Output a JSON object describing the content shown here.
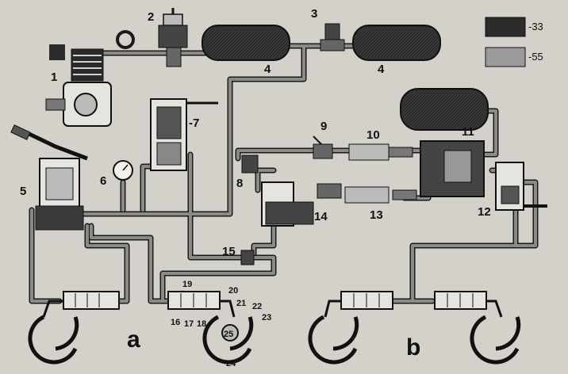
{
  "legend": [
    {
      "code": "-33",
      "color": "#2b2b2b"
    },
    {
      "code": "-55",
      "color": "#9a9a9a"
    }
  ],
  "labels": {
    "l1": "1",
    "l2": "2",
    "l3": "3",
    "l4a": "4",
    "l4b": "4",
    "l5": "5",
    "l6": "6",
    "l7": "-7",
    "l8": "8",
    "l9": "9",
    "l10": "10",
    "l11": "11",
    "l12": "12",
    "l13": "13",
    "l14": "14",
    "l15": "15",
    "l16": "16",
    "l17": "17",
    "l18": "18",
    "l19": "19",
    "l20": "20",
    "l21": "21",
    "l22": "22",
    "l23": "23",
    "l24": "24",
    "l25": "25"
  },
  "subfigures": {
    "a": "a",
    "b": "b"
  },
  "colors": {
    "pipe": "#8a8a86",
    "pipe_outline": "#1a1a1a",
    "reservoir": "#2b2b2b",
    "background": "#d4d1ca"
  }
}
